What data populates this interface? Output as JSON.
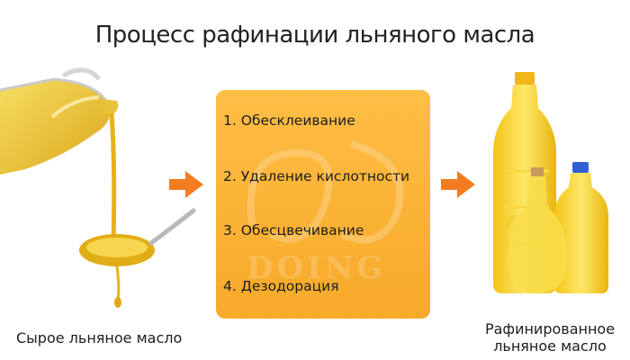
{
  "title": "Процесс рафинации льняного масла",
  "steps": [
    {
      "label": "1. Обесклеивание"
    },
    {
      "label": "2. Удаление кислотности"
    },
    {
      "label": "3. Обесцвечивание"
    },
    {
      "label": "4. Дезодорация"
    }
  ],
  "watermark": "DOING",
  "captions": {
    "left": "Сырое льняное масло",
    "right_line1": "Рафинированное",
    "right_line2": "льняное масло"
  },
  "colors": {
    "box": "#f7a92a",
    "arrow": "#f47c20",
    "oil": "#f2c21a"
  },
  "icons": {
    "left": "pouring-oil-jug-spoon-icon",
    "right": "oil-bottles-icon"
  }
}
